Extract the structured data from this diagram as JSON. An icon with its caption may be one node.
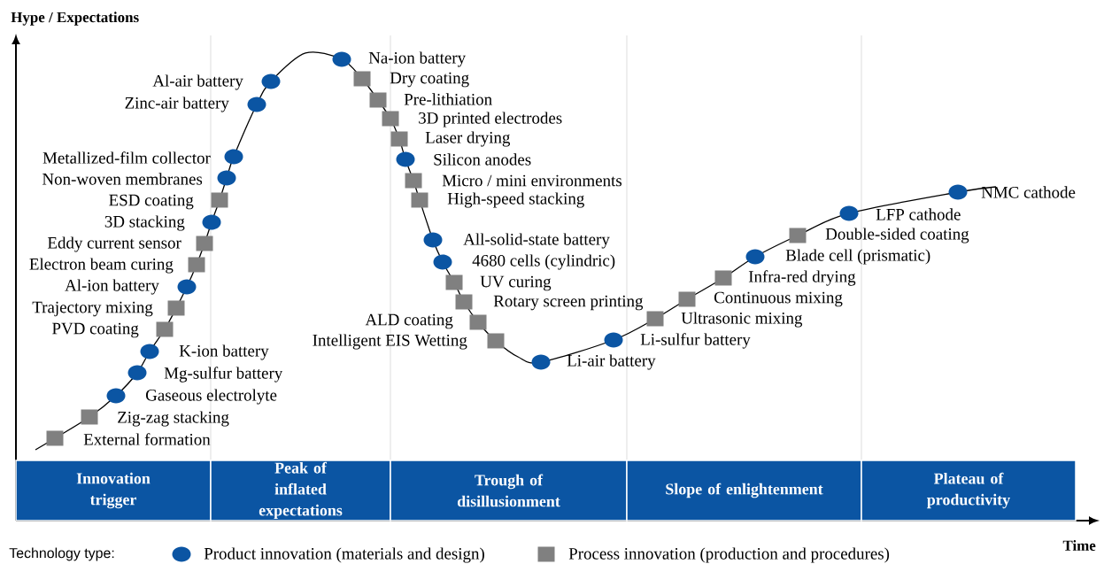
{
  "diagram": {
    "nodes": [
      {
        "text": [],
        "shape": "box"
      },
      {
        "text": [],
        "shape": "box"
      },
      {
        "text": [],
        "shape": "circle"
      },
      {
        "text": [],
        "shape": "circle"
      },
      {
        "text": [],
        "shape": "circle"
      },
      {
        "text": [],
        "shape": "box"
      },
      {
        "text": [],
        "shape": "box"
      },
      {
        "text": [],
        "shape": "circle"
      },
      {
        "text": [],
        "shape": "box"
      },
      {
        "text": [],
        "shape": "box"
      },
      {
        "text": [],
        "shape": "circle"
      },
      {
        "text": [],
        "shape": "box"
      },
      {
        "text": [],
        "shape": "circle"
      },
      {
        "text": [],
        "shape": "circle"
      },
      {
        "text": [],
        "shape": "circle"
      },
      {
        "text": [],
        "shape": "circle"
      },
      {
        "text": [],
        "shape": "circle"
      },
      {
        "text": [],
        "shape": "box"
      },
      {
        "text": [],
        "shape": "box"
      },
      {
        "text": [],
        "shape": "box"
      },
      {
        "text": [],
        "shape": "box"
      },
      {
        "text": [],
        "shape": "circle"
      },
      {
        "text": [],
        "shape": "box"
      },
      {
        "text": [],
        "shape": "box"
      },
      {
        "text": [],
        "shape": "circle"
      },
      {
        "text": [],
        "shape": "circle"
      },
      {
        "text": [],
        "shape": "box"
      },
      {
        "text": [],
        "shape": "box"
      },
      {
        "text": [],
        "shape": "box"
      },
      {
        "text": [],
        "shape": "box"
      },
      {
        "text": [],
        "shape": "circle"
      },
      {
        "text": [],
        "shape": "circle"
      },
      {
        "text": [],
        "shape": "box"
      },
      {
        "text": [],
        "shape": "box"
      },
      {
        "text": [],
        "shape": "box"
      },
      {
        "text": [],
        "shape": "circle"
      },
      {
        "text": [],
        "shape": "box"
      },
      {
        "text": [],
        "shape": "circle"
      },
      {
        "text": [],
        "shape": "circle"
      },
      {
        "text": [
          "Innovation trigger"
        ]
      },
      {
        "text": [
          "Peak of inflated expectations"
        ]
      },
      {
        "text": [
          "Trough of disillusionment"
        ]
      },
      {
        "text": [
          "Slope of enlightenment"
        ]
      },
      {
        "text": [
          "Plateau of productivity"
        ]
      }
    ],
    "labels": [
      "Hype / Expectations",
      "External formation",
      "Zig-zag stacking",
      "Gaseous electrolyte",
      "Mg-sulfur battery",
      "K-ion battery",
      "PVD coating",
      "Trajectory mixing",
      "Al-ion battery",
      "Electron beam curing",
      "Eddy current sensor",
      "3D stacking",
      "ESD coating",
      "Non-woven membranes",
      "Metallized-film collector",
      "Zinc-air battery",
      "Al-air battery",
      "Na-ion battery",
      "Dry coating",
      "Pre-lithiation",
      "3D printed electrodes",
      "Laser drying",
      "Silicon anodes",
      "Micro / mini environments",
      "High-speed stacking",
      "All-solid-state battery",
      "4680 cells (cylindric)",
      "UV curing",
      "Rotary screen printing",
      "ALD coating",
      "Intelligent EIS Wetting",
      "Li-air battery",
      "Li-sulfur battery",
      "Ultrasonic mixing",
      "Continuous mixing",
      "Infra-red drying",
      "Blade cell (prismatic)",
      "Double-sided coating",
      "LFP cathode",
      "NMC cathode",
      "Time",
      "Technology type:"
    ],
    "legend": [
      {
        "text": "Product innovation (materials and design)"
      },
      {
        "text": "Process innovation (production and procedures)"
      }
    ]
  }
}
